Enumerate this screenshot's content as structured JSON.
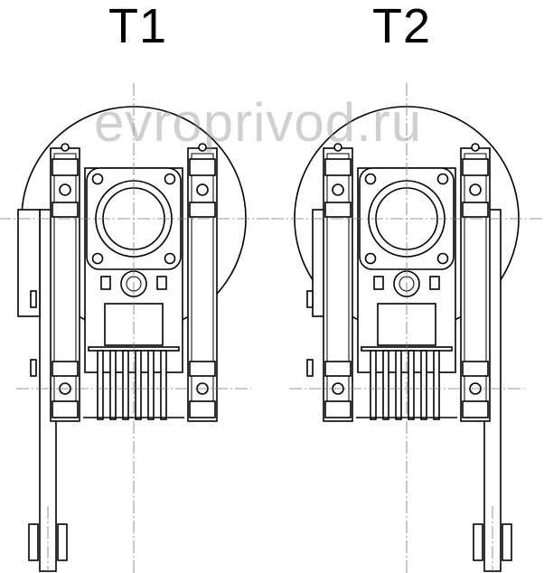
{
  "diagram": {
    "views": [
      {
        "label": "T1",
        "side": "left"
      },
      {
        "label": "T2",
        "side": "right"
      }
    ],
    "watermark": "evroprivod.ru"
  }
}
